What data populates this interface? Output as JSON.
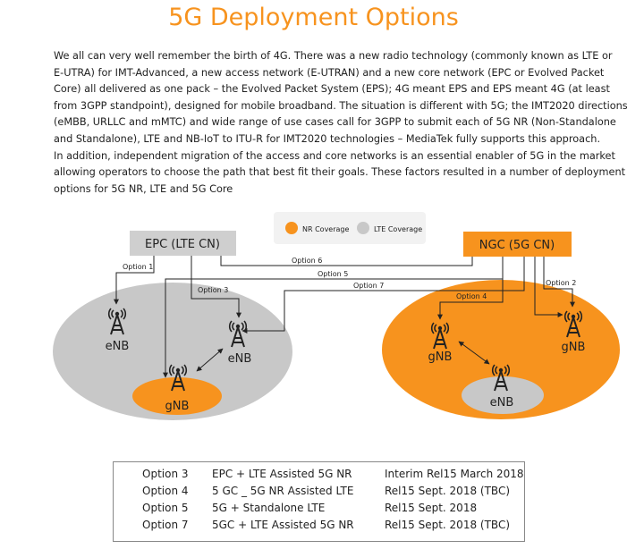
{
  "title": "5G Deployment Options",
  "intro_lines": [
    "We all can very well remember the birth of 4G. There was a new radio technology (commonly known as LTE or",
    "E-UTRA) for IMT-Advanced, a new access network (E-UTRAN) and a new core network (EPC or Evolved Packet",
    "Core) all delivered as one pack –  the Evolved Packet System (EPS); 4G meant EPS and EPS meant 4G (at least",
    "from 3GPP standpoint), designed for mobile broadband. The situation is different with 5G; the IMT2020 directions",
    "(eMBB, URLLC and mMTC) and wide range of use cases call for 3GPP to submit each of 5G NR (Non-Standalone",
    "and Standalone), LTE and NB-IoT to ITU-R for IMT2020 technologies – MediaTek  fully supports this approach.",
    "In addition, independent migration of the access and core networks is an essential enabler of 5G in the market",
    "allowing operators to choose the path that best fit their goals.  These factors resulted in a number of deployment",
    "options for 5G NR, LTE and 5G Core"
  ],
  "legend": {
    "nr": "NR Coverage",
    "lte": "LTE Coverage"
  },
  "cores": {
    "epc": "EPC (LTE CN)",
    "ngc": "NGC (5G CN)"
  },
  "options": {
    "o1": "Option 1",
    "o2": "Option 2",
    "o3": "Option 3",
    "o4": "Option 4",
    "o5": "Option 5",
    "o6": "Option 6",
    "o7": "Option 7"
  },
  "nodes": {
    "enb": "eNB",
    "gnb": "gNB"
  },
  "colors": {
    "orange": "#f7931e",
    "gray": "#c8c8c8",
    "core_gray": "#cfcfcf",
    "tower": "#222222"
  },
  "table": [
    {
      "option": "Option 3",
      "config": "EPC + LTE Assisted 5G NR",
      "release": "Interim Rel15 March 2018"
    },
    {
      "option": "Option 4",
      "config": "5 GC _ 5G NR Assisted LTE",
      "release": "Rel15 Sept. 2018 (TBC)"
    },
    {
      "option": "Option 5",
      "config": "5G + Standalone LTE",
      "release": "Rel15 Sept. 2018"
    },
    {
      "option": "Option 7",
      "config": "5GC + LTE Assisted 5G NR",
      "release": "Rel15 Sept. 2018 (TBC)"
    }
  ]
}
